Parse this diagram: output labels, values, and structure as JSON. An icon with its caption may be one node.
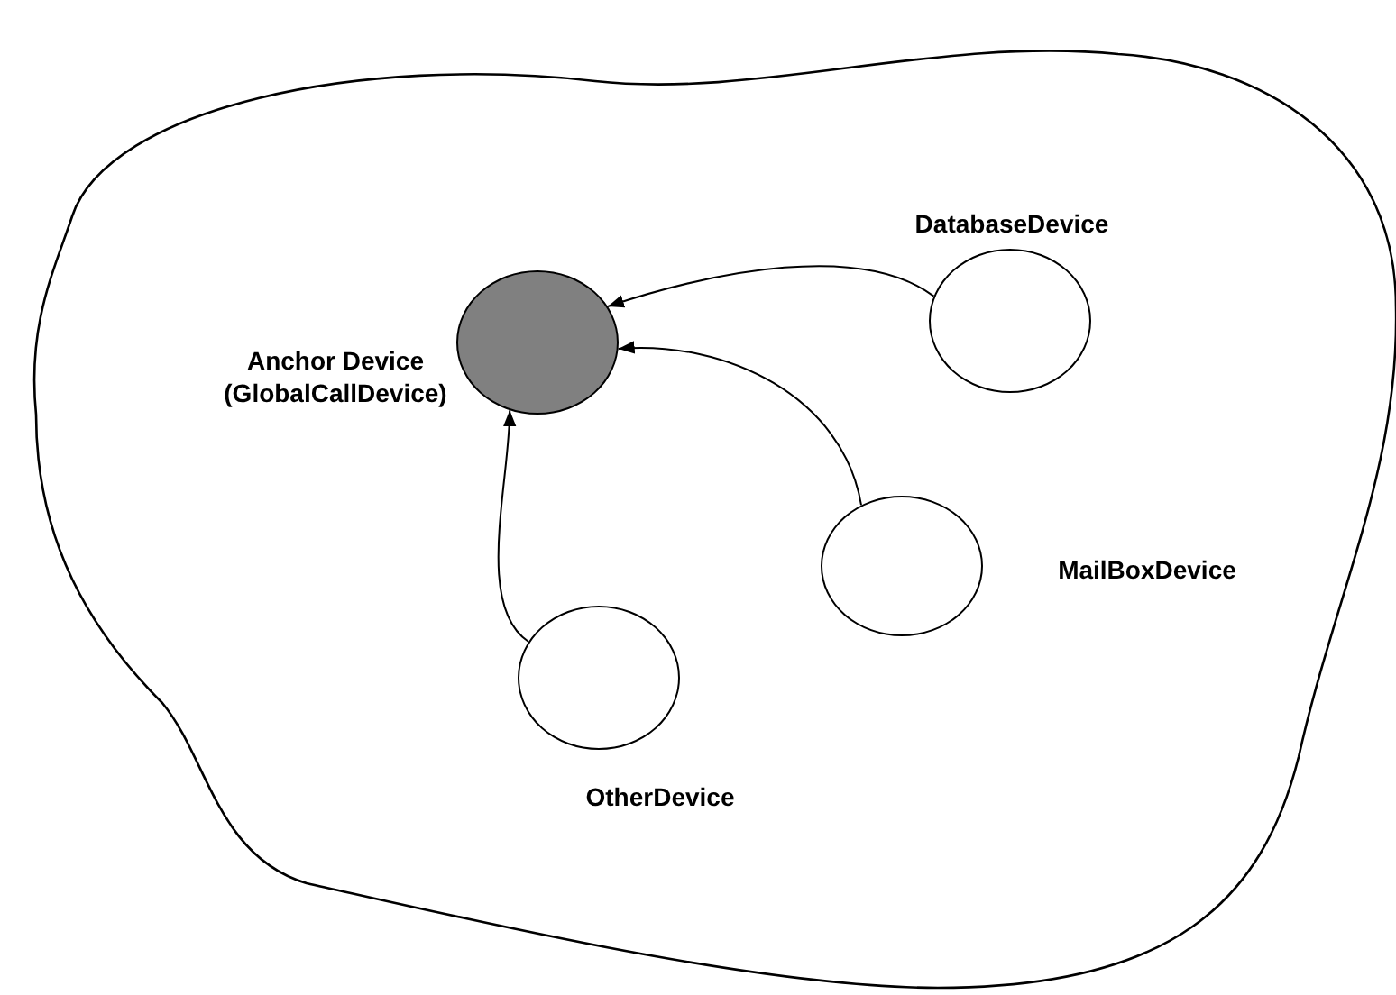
{
  "diagram": {
    "nodes": [
      {
        "text": [],
        "shape": "cloud"
      },
      {
        "text": [
          "Anchor Device (GlobalCallDevice)"
        ],
        "in": 0
      },
      {
        "text": [
          "DatabaseDevice"
        ],
        "in": 0
      },
      {
        "text": [
          "MailBoxDevice"
        ],
        "in": 0
      },
      {
        "text": [
          "OtherDevice"
        ],
        "in": 0
      }
    ],
    "edges": [
      {
        "from": 2,
        "to": 1,
        "arrow": "to"
      },
      {
        "from": 3,
        "to": 1,
        "arrow": "to"
      },
      {
        "from": 4,
        "to": 1,
        "arrow": "to"
      }
    ]
  }
}
